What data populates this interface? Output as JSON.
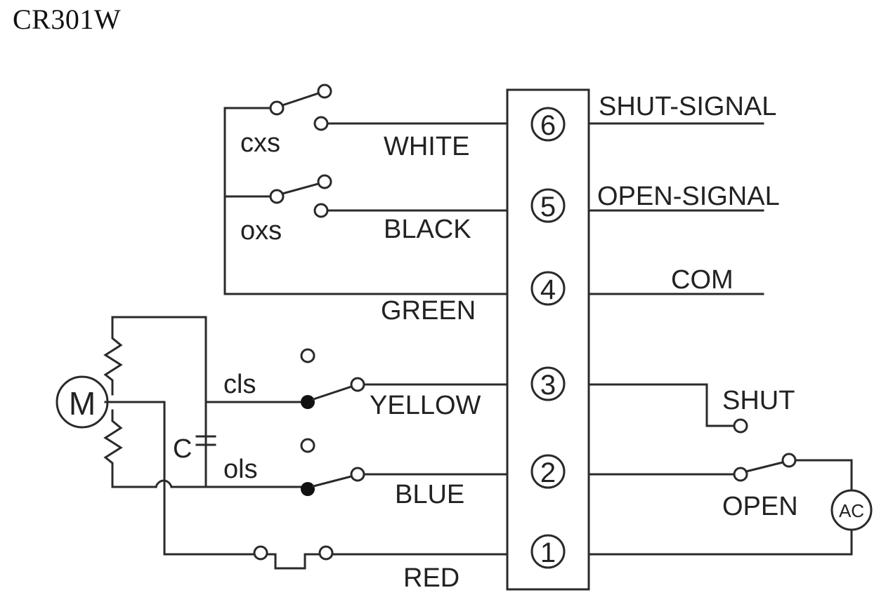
{
  "title": "CR301W",
  "terminals": [
    "1",
    "2",
    "3",
    "4",
    "5",
    "6"
  ],
  "switch_labels": {
    "cxs": "cxs",
    "oxs": "oxs",
    "cls": "cls",
    "ols": "ols"
  },
  "wire_colors": {
    "white": "WHITE",
    "black": "BLACK",
    "green": "GREEN",
    "yellow": "YELLOW",
    "blue": "BLUE",
    "red": "RED"
  },
  "signals": {
    "shut_signal": "SHUT-SIGNAL",
    "open_signal": "OPEN-SIGNAL",
    "com": "COM",
    "shut": "SHUT",
    "open": "OPEN"
  },
  "components": {
    "motor": "M",
    "capacitor": "C",
    "ac_source": "AC"
  }
}
